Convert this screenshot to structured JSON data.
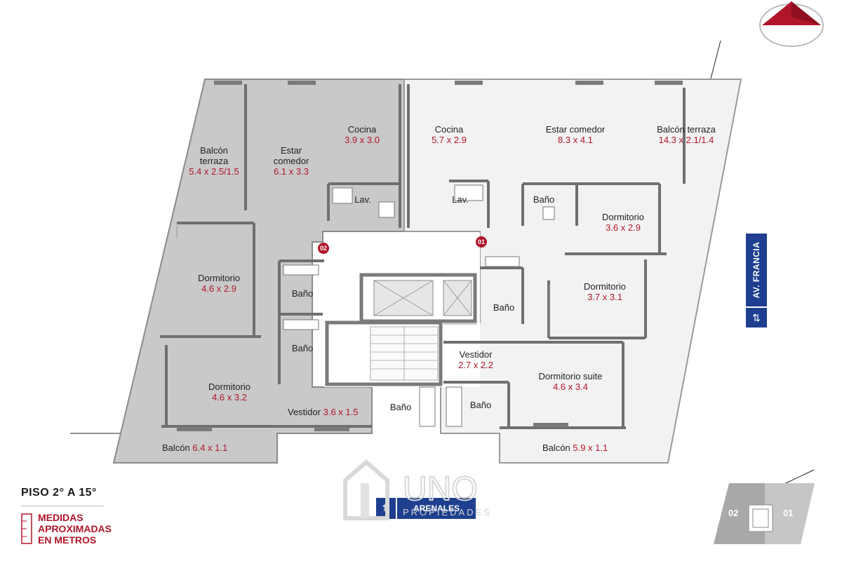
{
  "floor": {
    "title": "PISO 2° A 15°"
  },
  "note": {
    "lines": [
      "MEDIDAS",
      "APROXIMADAS",
      "EN METROS"
    ]
  },
  "streets": {
    "vertical": "AV. FRANCIA",
    "horizontal": "ARENALES",
    "vertical_arrow": "⇅",
    "horizontal_arrow": "⇅"
  },
  "logo": {
    "text": "UNO",
    "subtext": "PROPIEDADES"
  },
  "units": {
    "a": "01",
    "b": "02"
  },
  "keymap": {
    "left": "02",
    "right": "01"
  },
  "rooms_02": [
    {
      "name": "Balcón terraza",
      "name_l1": "Balcón",
      "name_l2": "terraza",
      "dims": "5.4 x 2.5/1.5"
    },
    {
      "name": "Estar comedor",
      "name_l1": "Estar",
      "name_l2": "comedor",
      "dims": "6.1 x 3.3"
    },
    {
      "name": "Cocina",
      "dims": "3.9 x 3.0"
    },
    {
      "name": "Lav."
    },
    {
      "name": "Dormitorio",
      "dims": "4.6 x 2.9"
    },
    {
      "name": "Baño"
    },
    {
      "name": "Baño"
    },
    {
      "name": "Dormitorio",
      "dims": "4.6 x 3.2"
    },
    {
      "name": "Vestidor",
      "dims": "3.6 x 1.5"
    },
    {
      "name": "Baño"
    },
    {
      "name": "Balcón",
      "dims": "6.4 x 1.1"
    }
  ],
  "rooms_01": [
    {
      "name": "Cocina",
      "dims": "5.7 x 2.9"
    },
    {
      "name": "Estar comedor",
      "dims": "8.3 x 4.1"
    },
    {
      "name": "Balcón terraza",
      "dims": "14.3 x 2.1/1.4"
    },
    {
      "name": "Lav."
    },
    {
      "name": "Baño"
    },
    {
      "name": "Dormitorio",
      "dims": "3.6 x 2.9"
    },
    {
      "name": "Dormitorio",
      "dims": "3.7 x 3.1"
    },
    {
      "name": "Baño"
    },
    {
      "name": "Vestidor",
      "dims": "2.7 x 2.2"
    },
    {
      "name": "Dormitorio suite",
      "dims": "4.6 x 3.4"
    },
    {
      "name": "Baño"
    },
    {
      "name": "Balcón",
      "dims": "5.9 x 1.1"
    }
  ],
  "colors": {
    "accent": "#b0152a",
    "street": "#1e3f8f",
    "unit02_fill": "#c9c9c9",
    "unit01_fill": "#f2f2f2",
    "wall": "#6f6f6f"
  }
}
